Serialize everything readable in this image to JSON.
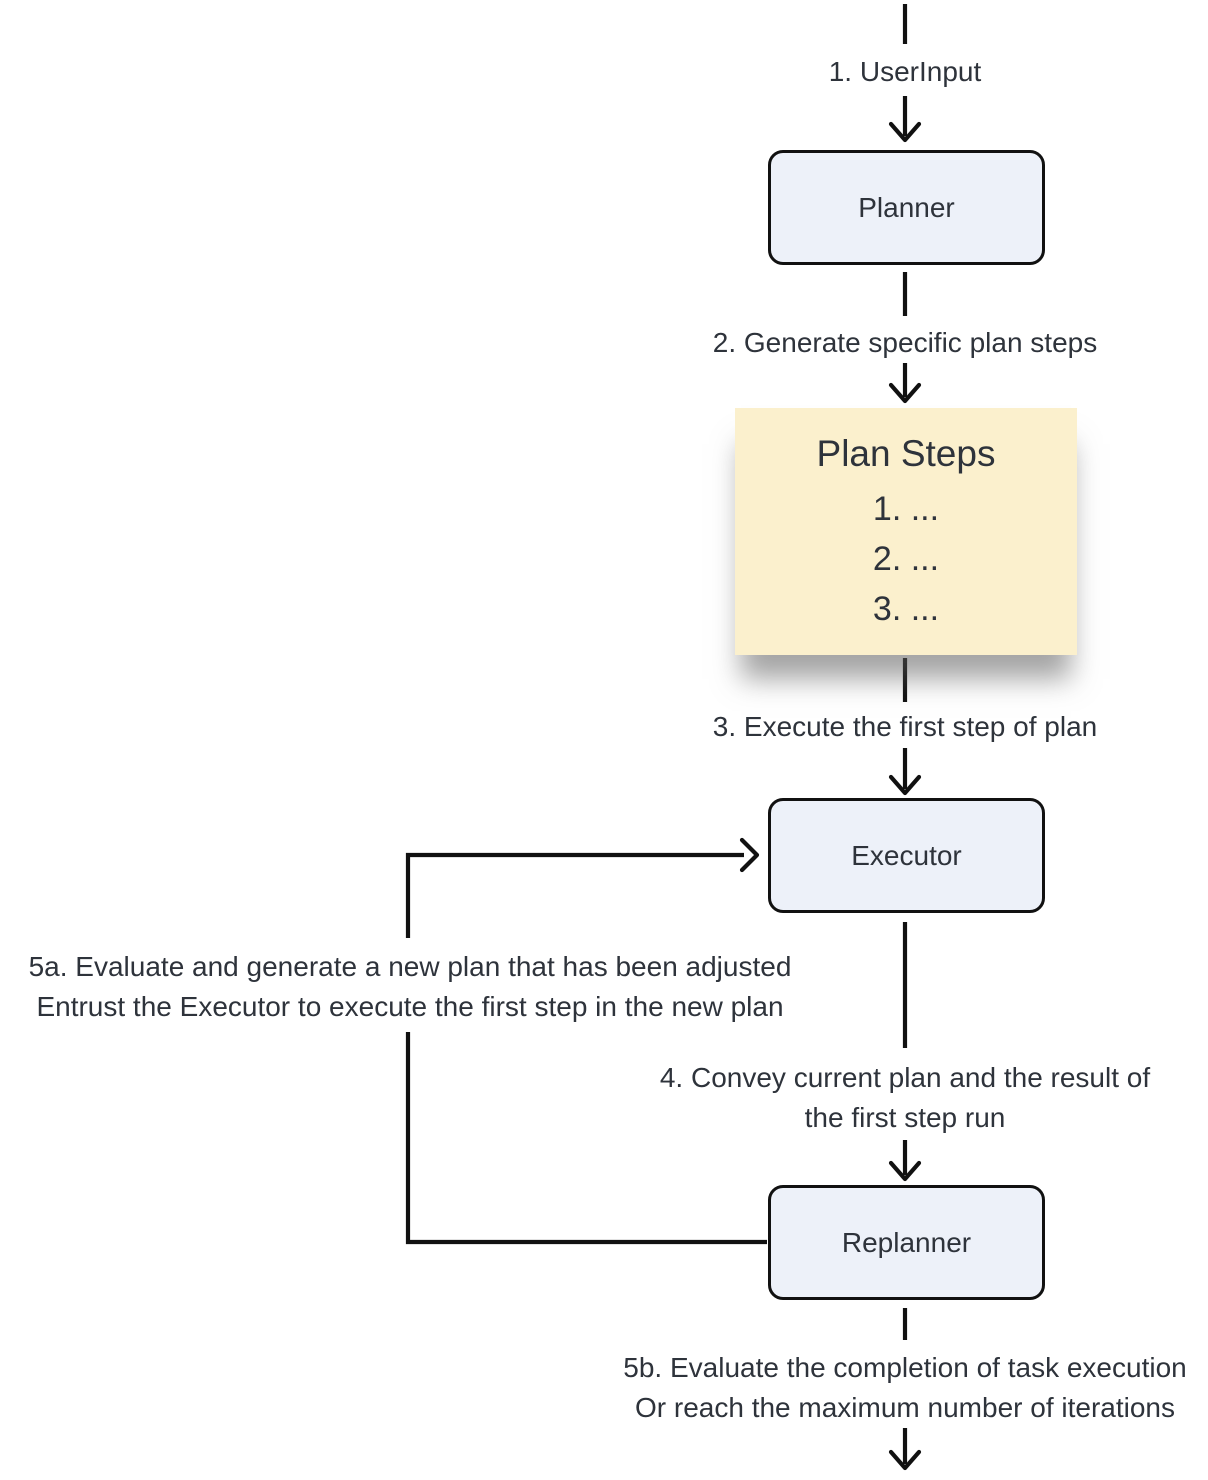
{
  "diagram": {
    "nodes": {
      "planner": "Planner",
      "executor": "Executor",
      "replanner": "Replanner"
    },
    "plan_steps": {
      "title": "Plan Steps",
      "items": [
        "1. ...",
        "2. ...",
        "3. ..."
      ]
    },
    "edge_labels": {
      "step1": "1. UserInput",
      "step2": "2. Generate specific plan steps",
      "step3": "3. Execute the first step of plan",
      "step4_line1": "4. Convey current plan and the result of",
      "step4_line2": "the first step run",
      "step5a_line1": "5a. Evaluate and generate a new plan that has been adjusted",
      "step5a_line2": "Entrust the Executor to execute the first step in the new plan",
      "step5b_line1": "5b. Evaluate the completion of task execution",
      "step5b_line2": "Or reach the maximum number of iterations"
    },
    "colors": {
      "node_fill": "#edf1f9",
      "node_border": "#111111",
      "plan_steps_fill": "#fbf0cd",
      "arrow": "#111111",
      "text": "#2e333b",
      "background": "#ffffff"
    }
  }
}
